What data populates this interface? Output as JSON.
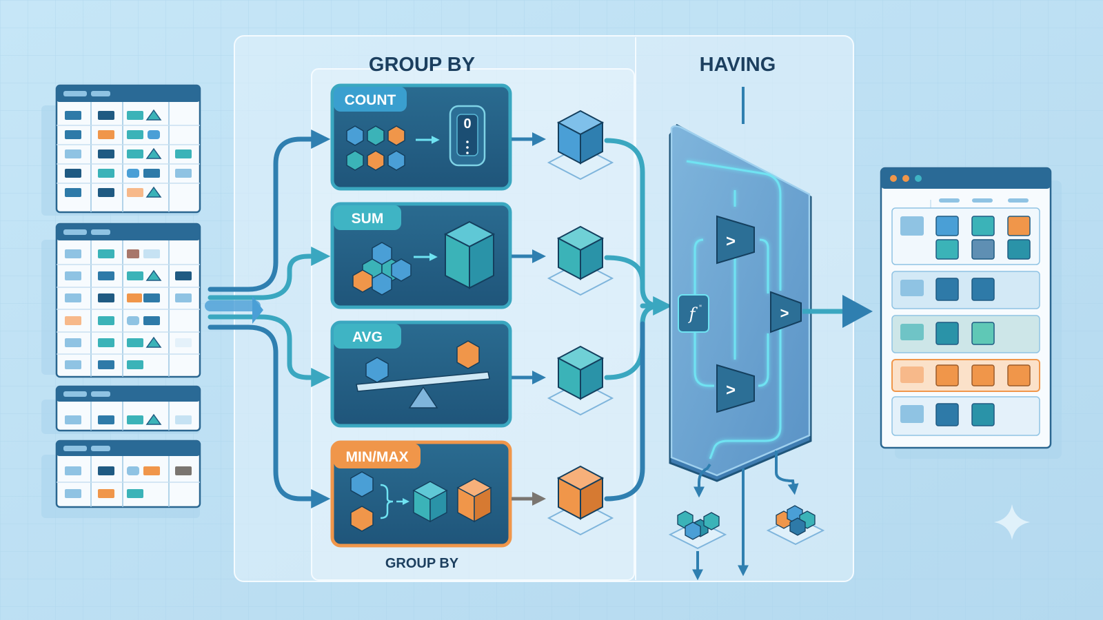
{
  "headers": {
    "group_by": "GROUP BY",
    "having": "HAVING",
    "group_by_footer": "GROUP BY"
  },
  "aggregates": [
    {
      "label": "COUNT",
      "counter_value": "0"
    },
    {
      "label": "SUM"
    },
    {
      "label": "AVG"
    },
    {
      "label": "MIN/MAX"
    }
  ],
  "filter": {
    "function_symbol": "f",
    "comparator_symbol": ">"
  },
  "colors": {
    "background": "#bfe0f3",
    "panel": "#2b6a8e",
    "teal": "#3fb4c4",
    "blue_cube": "#4a9fd6",
    "orange": "#f0964a",
    "title": "#1c3f5f"
  },
  "icons": [
    "table-icon",
    "cube-icon",
    "counter-icon",
    "balance-scale-icon",
    "arrow-icon",
    "comparator-icon",
    "function-icon",
    "sparkle-icon"
  ]
}
